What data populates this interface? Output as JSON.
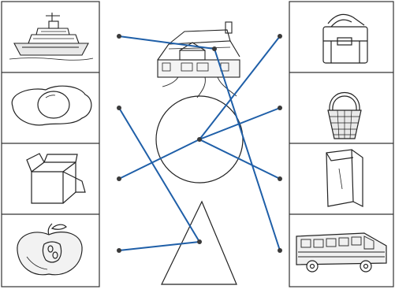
{
  "colors": {
    "line": "#1f5fa8",
    "dot": "#3a3a3a",
    "ink": "#222222",
    "frame": "#333333",
    "paper": "#ffffff"
  },
  "diagram": {
    "type": "shape-matching-worksheet",
    "left_column": [
      {
        "picture": "ship-icon",
        "connects_to": "house"
      },
      {
        "picture": "fried-egg-icon",
        "connects_to": "triangle"
      },
      {
        "picture": "box-icon",
        "connects_to": "circle"
      },
      {
        "picture": "apple-half-icon",
        "connects_to": "triangle"
      }
    ],
    "right_column": [
      {
        "picture": "lunchbox-icon",
        "connects_to": "circle"
      },
      {
        "picture": "basket-icon",
        "connects_to": "circle"
      },
      {
        "picture": "paper-bag-icon",
        "connects_to": "circle"
      },
      {
        "picture": "school-bus-icon",
        "connects_to": "house"
      }
    ],
    "center_shapes": [
      "house-icon",
      "circle-shape",
      "triangle-shape"
    ]
  }
}
